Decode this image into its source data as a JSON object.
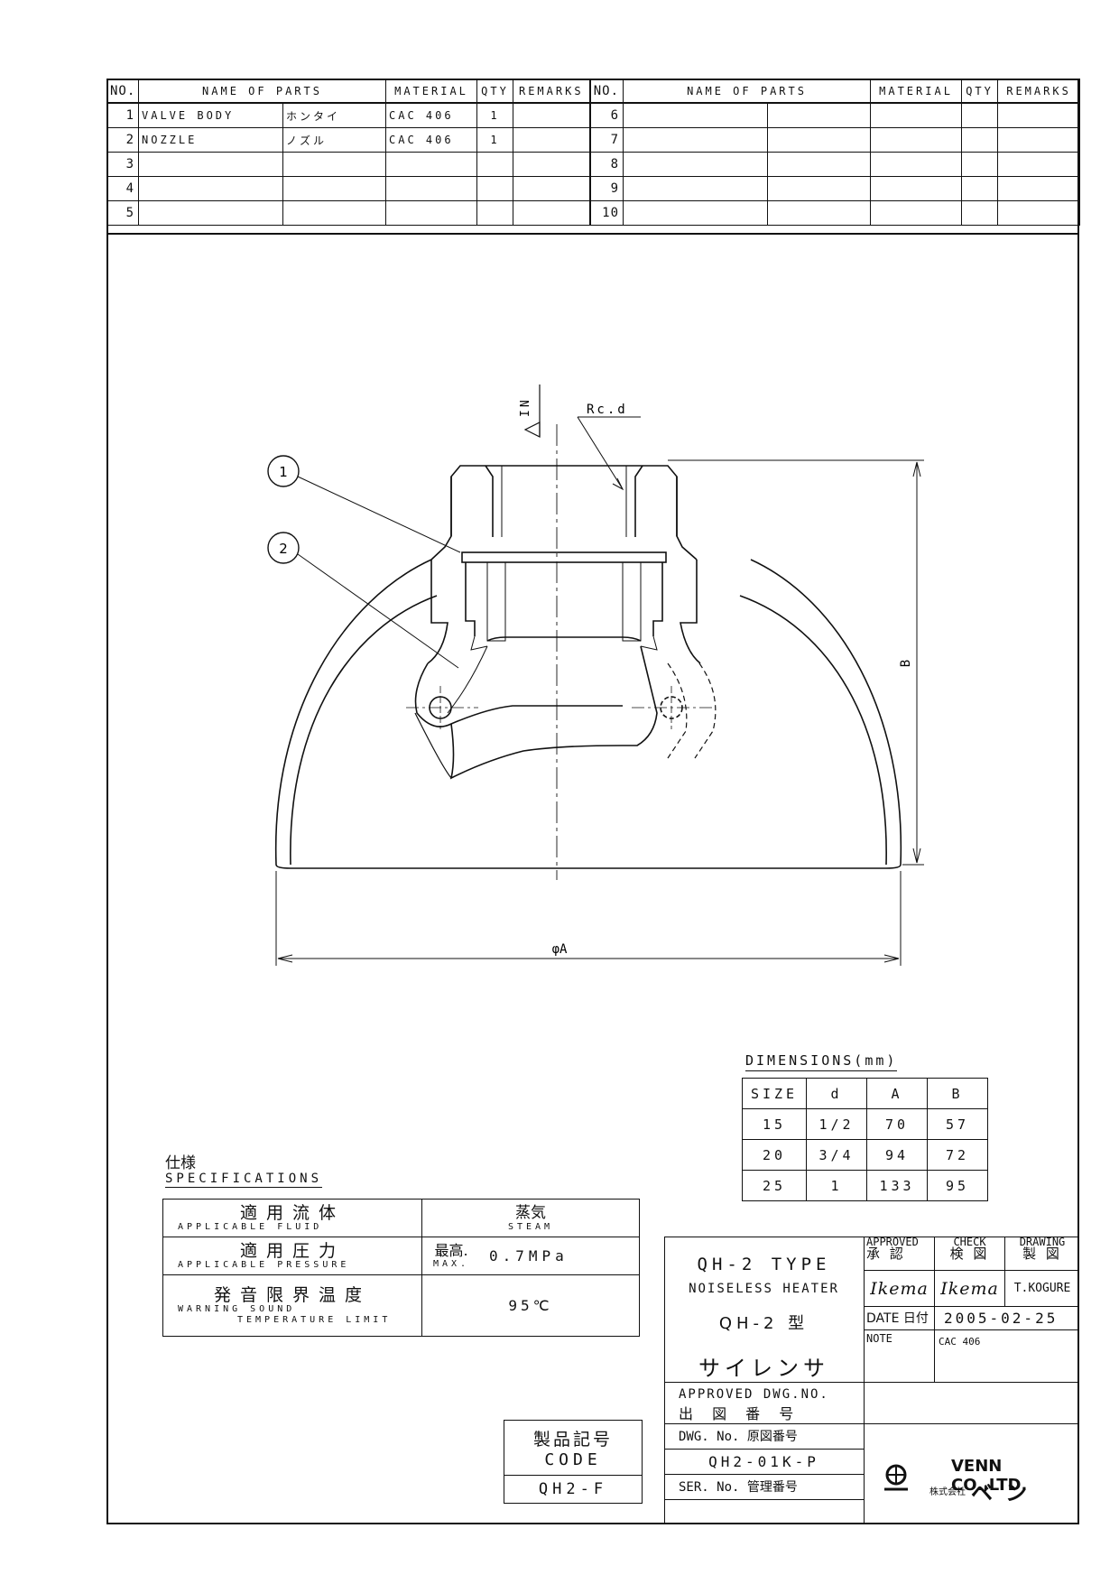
{
  "parts_table": {
    "headers": {
      "no": "NO.",
      "name": "NAME OF PARTS",
      "material": "MATERIAL",
      "qty": "QTY",
      "remarks": "REMARKS"
    },
    "left_rows": [
      {
        "no": "1",
        "name_en": "VALVE BODY",
        "name_jp": "ホンタイ",
        "material": "CAC 406",
        "qty": "1",
        "remarks": ""
      },
      {
        "no": "2",
        "name_en": "NOZZLE",
        "name_jp": "ノズル",
        "material": "CAC 406",
        "qty": "1",
        "remarks": ""
      },
      {
        "no": "3",
        "name_en": "",
        "name_jp": "",
        "material": "",
        "qty": "",
        "remarks": ""
      },
      {
        "no": "4",
        "name_en": "",
        "name_jp": "",
        "material": "",
        "qty": "",
        "remarks": ""
      },
      {
        "no": "5",
        "name_en": "",
        "name_jp": "",
        "material": "",
        "qty": "",
        "remarks": ""
      }
    ],
    "right_rows": [
      {
        "no": "6"
      },
      {
        "no": "7"
      },
      {
        "no": "8"
      },
      {
        "no": "9"
      },
      {
        "no": "10"
      }
    ]
  },
  "drawing": {
    "balloon_1": "1",
    "balloon_2": "2",
    "inlet_label": "IN",
    "thread_label": "Rc.d",
    "dim_height_label": "B",
    "dim_diameter_label": "φA"
  },
  "dimensions": {
    "title": "DIMENSIONS(mm)",
    "headers": [
      "SIZE",
      "d",
      "A",
      "B"
    ],
    "rows": [
      [
        "15",
        "1/2",
        "70",
        "57"
      ],
      [
        "20",
        "3/4",
        "94",
        "72"
      ],
      [
        "25",
        "1",
        "133",
        "95"
      ]
    ]
  },
  "specifications": {
    "title_jp": "仕様",
    "title_en": "SPECIFICATIONS",
    "rows": [
      {
        "label_jp": "適用流体",
        "label_en": "APPLICABLE FLUID",
        "value_jp": "蒸気",
        "value_en": "STEAM"
      },
      {
        "label_jp": "適用圧力",
        "label_en": "APPLICABLE PRESSURE",
        "value_prefix_jp": "最高.",
        "value_prefix_en": "MAX.",
        "value": "0.7MPa"
      },
      {
        "label_jp": "発音限界温度",
        "label_en_1": "WARNING SOUND",
        "label_en_2": "TEMPERATURE LIMIT",
        "value": "95℃"
      }
    ]
  },
  "code_box": {
    "label_jp": "製品記号",
    "label_en": "CODE",
    "value": "QH2-F"
  },
  "title_block": {
    "type_en": "QH-2 TYPE",
    "product_en": "NOISELESS HEATER",
    "type_jp": "QH-2 型",
    "product_jp": "サイレンサ",
    "approved_en": "APPROVED",
    "approved_jp": "承 認",
    "check_en": "CHECK",
    "check_jp": "検 図",
    "drawing_en": "DRAWING",
    "drawing_jp": "製 図",
    "approved_sign": "Ikema",
    "check_sign": "Ikema",
    "drawn_by": "T.KOGURE",
    "date_label": "DATE 日付",
    "date": "2005-02-25",
    "note_label": "NOTE",
    "note": "CAC 406",
    "approved_dwg_en": "APPROVED DWG.NO.",
    "approved_dwg_jp": "出 図 番 号",
    "dwg_no_label": "DWG. No. 原図番号",
    "dwg_no": "QH2-01K-P",
    "ser_no_label": "SER. No. 管理番号",
    "company_en": "VENN CO.,LTD.",
    "company_prefix_jp": "株式会社",
    "company_jp": "ベン"
  }
}
